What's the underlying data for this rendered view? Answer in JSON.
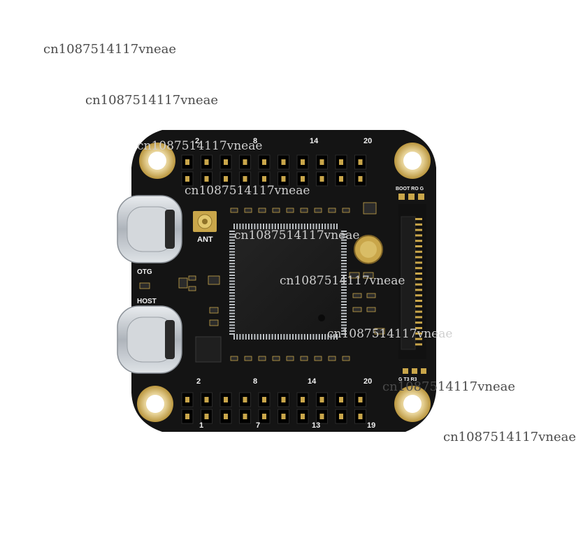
{
  "watermarks": [
    "cn1087514117vneae",
    "cn1087514117vneae",
    "cn1087514117vneae",
    "cn1087514117vneae",
    "cn1087514117vneae",
    "cn1087514117vneae",
    "cn1087514117vneae",
    "cn1087514117vneae",
    "cn1087514117vneae"
  ],
  "board": {
    "ant_label": "ANT",
    "otg_label": "OTG",
    "host_label": "HOST",
    "top_pin_numbers": [
      "2",
      "8",
      "14",
      "20"
    ],
    "bottom_top_pin_numbers": [
      "2",
      "8",
      "14",
      "20"
    ],
    "bottom_pin_numbers": [
      "1",
      "7",
      "13",
      "19"
    ],
    "right_header_label": "BOOT RO G",
    "bottom_right_label": "G  T3 R3"
  },
  "colors": {
    "pcb": "#141414",
    "gold": "#c9a64a",
    "silkscreen": "#f2f2f2",
    "usb_metal": "#c8cdd3"
  }
}
